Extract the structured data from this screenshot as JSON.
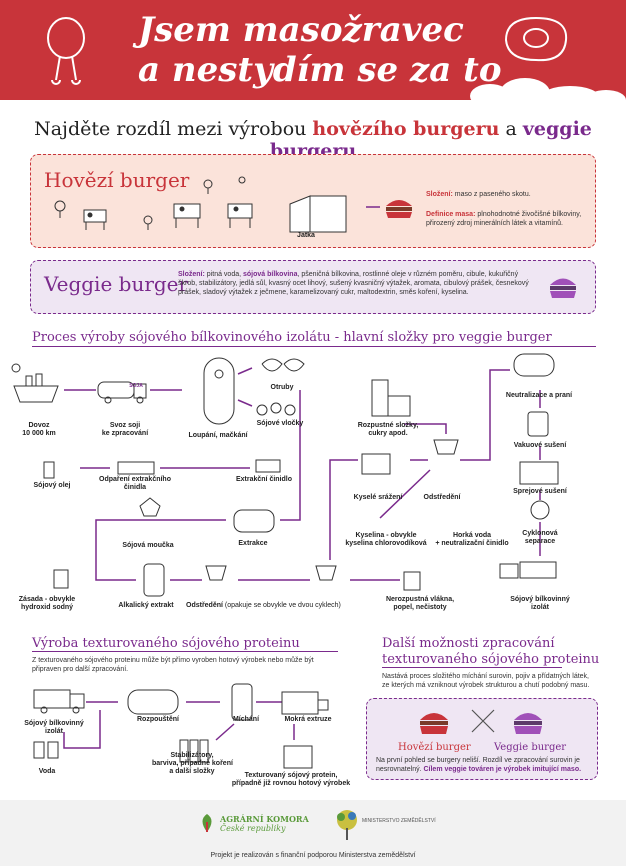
{
  "header": {
    "title_line1": "Jsem masožravec",
    "title_line2": "a nestydím se za to"
  },
  "headline": {
    "part1": "Najděte rozdíl mezi výrobou ",
    "beef": "hovězího burgeru",
    "part2": " a ",
    "veggie": "veggie burgeru"
  },
  "beef_box": {
    "title": "Hovězí burger",
    "slaughterhouse_label": "Jatka",
    "composition_label": "Složení:",
    "composition_text": "maso z paseného skotu.",
    "definition_label": "Definice masa:",
    "definition_text": "plnohodnotné živočišné bílkoviny, přirozený zdroj minerálních látek a vitamínů."
  },
  "veggie_box": {
    "title": "Veggie burger",
    "composition_label": "Složení:",
    "composition_text1": "pitná voda,",
    "composition_highlight": "sójová bílkovina",
    "composition_text2": ", pšeničná bílkovina, rostlinné oleje v různém poměru, cibule, kukuřičný škrob, stabilizátory, jedlá sůl, kvasný ocet lihový, sušený kvasničný výtažek, aromata, cibulový prášek, česnekový prášek, sladový výtažek z ječmene, karamelizovaný cukr, maltodextrin, směs koření, kyselina."
  },
  "process": {
    "title": "Proces výroby sójového bílkovinového izolátu - hlavní složky pro veggie burger",
    "truck_label": "SOJA",
    "steps": {
      "import": "Dovoz\n10 000 km",
      "collection": "Svoz soji\nke zpracování",
      "peeling": "Loupání, mačkání",
      "husks": "Otruby",
      "flakes": "Sójové vločky",
      "extractant": "Extrakční činidlo",
      "removal": "Odpaření extrakčního\nčinidla",
      "soy_oil": "Sójový olej",
      "extraction": "Extrakce",
      "flour": "Sójová moučka",
      "base": "Zásada - obvykle\nhydroxid sodný",
      "alkaline": "Alkalický extrakt",
      "centrifuge1": "Odstředění",
      "centrifuge1_note": "(opakuje se obvykle ve dvou cyklech)",
      "waste": "Nerozpustná vlákna,\npopel, nečistoty",
      "soluble": "Rozpustné složky,\ncukry apod.",
      "acid_precip": "Kyselé srážení",
      "centrifuge2": "Odstředění",
      "acid": "Kyselina - obvykle\nkyselina chlorovodíková",
      "hot_water": "Horká voda\n+ neutralizační činidlo",
      "neutralization": "Neutralizace a praní",
      "vacuum": "Vakuové sušení",
      "spray": "Sprejové sušení",
      "cyclone": "Cyklonová\nseparace",
      "isolate": "Sójový bílkovinný\nizolát"
    }
  },
  "texture": {
    "title": "Výroba texturovaného sójového proteinu",
    "intro": "Z texturovaného sójového proteinu může být přímo vyroben hotový výrobek nebo může být připraven pro další zpracování.",
    "steps": {
      "isolate": "Sójový bílkovinný\nizolát",
      "water": "Voda",
      "dissolving": "Rozpouštění",
      "stabilizers": "Stabilizátory,\nbarviva, případně koření\na další složky",
      "mixing": "Míchání",
      "extrusion": "Mokrá extruze",
      "product": "Texturovaný sójový protein,\npřípadně již rovnou hotový výrobek"
    }
  },
  "further": {
    "title_line1": "Další možnosti zpracování",
    "title_line2": "texturovaného sójového proteinu",
    "text": "Nastává proces složitého míchání surovin, pojiv a přídatných látek, ze kterých má vzniknout výrobek strukturou a chutí podobný masu.",
    "beef_label": "Hovězí burger",
    "veggie_label": "Veggie burger",
    "note_plain": "Na první pohled se burgery neliší. Rozdíl ve zpracování surovin je nesrovnatelný.",
    "note_bold": "Cílem veggie továren je výrobek imitující maso."
  },
  "footer": {
    "logo1_line1": "AGRÁRNÍ KOMORA",
    "logo1_line2": "České republiky",
    "logo2": "MINISTERSTVO ZEMĚDĚLSTVÍ",
    "text": "Projekt je realizován s finanční podporou Ministerstva zemědělství"
  },
  "colors": {
    "red": "#c8343a",
    "purple": "#7a2a8c",
    "beef_bg": "#fbe3da",
    "veg_bg": "#efe6f3"
  }
}
